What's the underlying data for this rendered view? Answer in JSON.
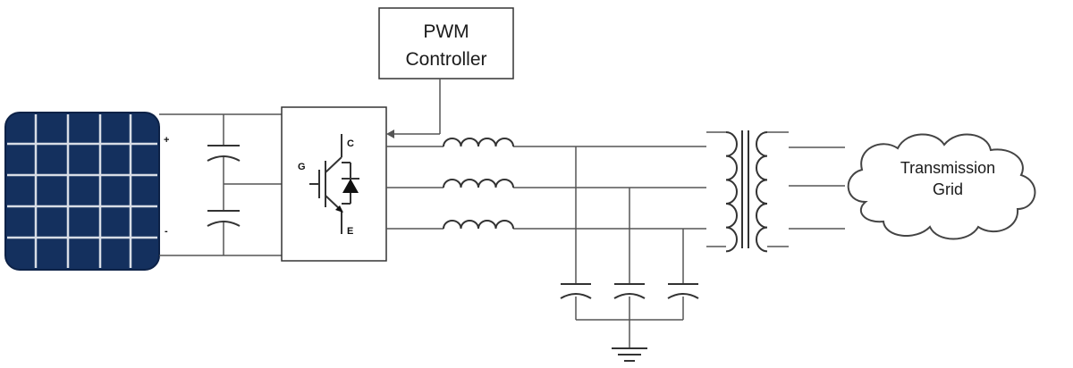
{
  "labels": {
    "pwm_line1": "PWM",
    "pwm_line2": "Controller",
    "plus": "+",
    "minus": "-",
    "gate": "G",
    "collector": "C",
    "emitter": "E",
    "grid_line1": "Transmission",
    "grid_line2": "Grid"
  },
  "colors": {
    "panel_fill": "#14305e",
    "panel_grid": "#d8dde6",
    "wire": "#555555",
    "box_stroke": "#333333"
  },
  "icons": {
    "panel": "solar-panel-icon",
    "capacitor": "capacitor-icon",
    "igbt": "igbt-transistor-icon",
    "diode": "diode-icon",
    "inductor": "inductor-icon",
    "transformer": "transformer-icon",
    "ground": "ground-icon",
    "cloud": "cloud-icon"
  }
}
